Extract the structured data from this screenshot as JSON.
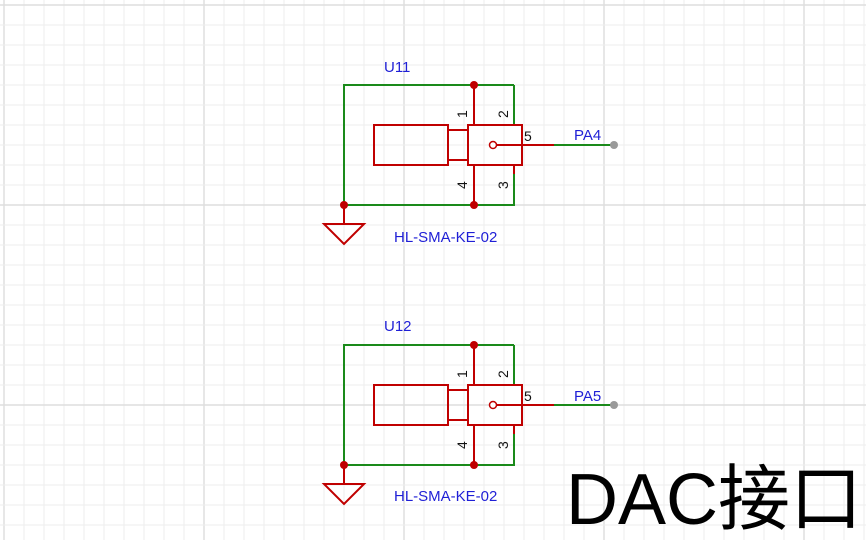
{
  "canvas": {
    "background": "#ffffff",
    "grid_minor_color": "#eeeeee",
    "grid_major_color": "#dddddd"
  },
  "colors": {
    "wire": "#1a8a1a",
    "symbol": "#c00000",
    "junction": "#c00000",
    "net_label": "#1f1fd6",
    "port_dot": "#9a9a9a"
  },
  "components": [
    {
      "ref": "U11",
      "part": "HL-SMA-KE-02",
      "net": "PA4",
      "pins": [
        "1",
        "2",
        "3",
        "4",
        "5"
      ]
    },
    {
      "ref": "U12",
      "part": "HL-SMA-KE-02",
      "net": "PA5",
      "pins": [
        "1",
        "2",
        "3",
        "4",
        "5"
      ]
    }
  ],
  "title_text": "DAC接口"
}
